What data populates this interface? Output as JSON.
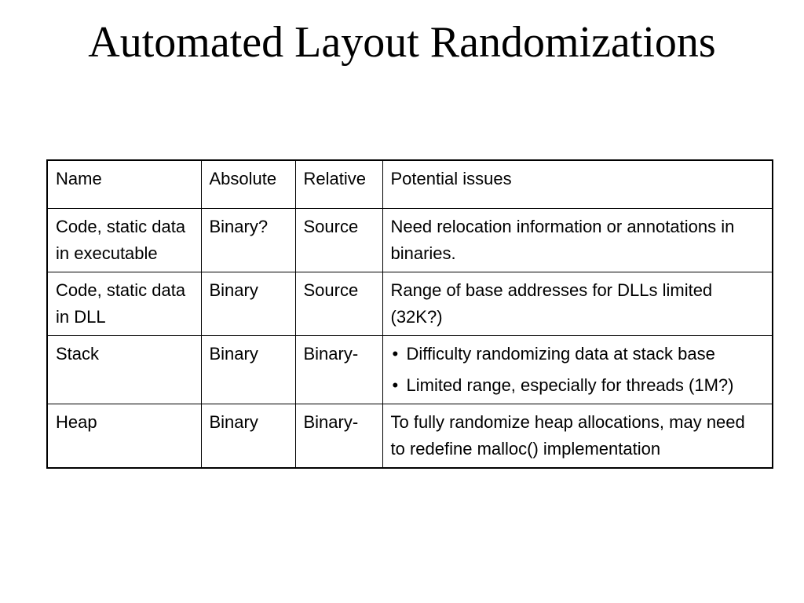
{
  "title": "Automated Layout Randomizations",
  "table": {
    "headers": [
      "Name",
      "Absolute",
      "Relative",
      "Potential issues"
    ],
    "rows": [
      {
        "name": "Code, static data in executable",
        "absolute": "Binary?",
        "relative": "Source",
        "issues": "Need relocation information or annotations in binaries."
      },
      {
        "name": "Code, static data in DLL",
        "absolute": "Binary",
        "relative": "Source",
        "issues": "Range of base addresses for DLLs limited (32K?)"
      },
      {
        "name": "Stack",
        "absolute": "Binary",
        "relative": "Binary-",
        "issues_bullets": [
          "Difficulty randomizing data at stack base",
          "Limited range, especially for threads (1M?)"
        ]
      },
      {
        "name": "Heap",
        "absolute": "Binary",
        "relative": "Binary-",
        "issues": "To fully randomize heap allocations, may need to redefine malloc() implementation"
      }
    ]
  }
}
